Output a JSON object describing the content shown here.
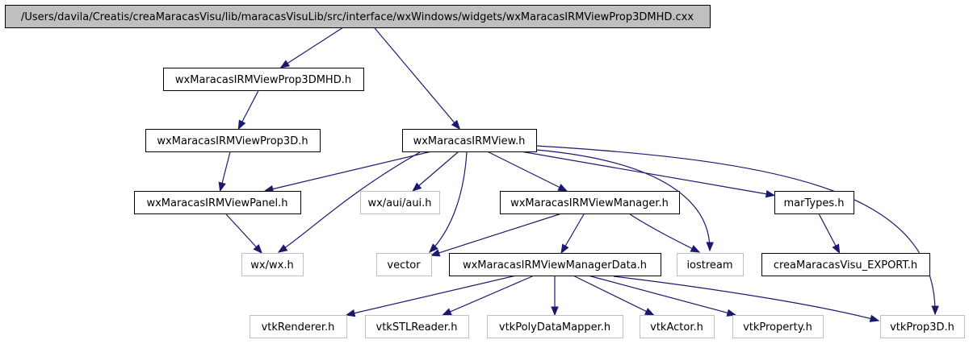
{
  "nodes": [
    {
      "id": "root",
      "label": "/Users/davila/Creatis/creaMaracasVisu/lib/maracasVisuLib/src/interface/wxWindows/widgets/wxMaracasIRMViewProp3DMHD.cxx",
      "style": "root"
    },
    {
      "id": "prop3dmhd",
      "label": "wxMaracasIRMViewProp3DMHD.h",
      "style": "doc"
    },
    {
      "id": "irmview",
      "label": "wxMaracasIRMView.h",
      "style": "doc"
    },
    {
      "id": "prop3d",
      "label": "wxMaracasIRMViewProp3D.h",
      "style": "doc"
    },
    {
      "id": "panel",
      "label": "wxMaracasIRMViewPanel.h",
      "style": "doc"
    },
    {
      "id": "wxaui",
      "label": "wx/aui/aui.h",
      "style": "ext"
    },
    {
      "id": "manager",
      "label": "wxMaracasIRMViewManager.h",
      "style": "doc"
    },
    {
      "id": "martypes",
      "label": "marTypes.h",
      "style": "doc"
    },
    {
      "id": "wxwx",
      "label": "wx/wx.h",
      "style": "ext"
    },
    {
      "id": "vector",
      "label": "vector",
      "style": "ext"
    },
    {
      "id": "managerdata",
      "label": "wxMaracasIRMViewManagerData.h",
      "style": "doc"
    },
    {
      "id": "iostream",
      "label": "iostream",
      "style": "ext"
    },
    {
      "id": "export",
      "label": "creaMaracasVisu_EXPORT.h",
      "style": "doc"
    },
    {
      "id": "vtkrenderer",
      "label": "vtkRenderer.h",
      "style": "ext"
    },
    {
      "id": "vtkstl",
      "label": "vtkSTLReader.h",
      "style": "ext"
    },
    {
      "id": "vtkpdm",
      "label": "vtkPolyDataMapper.h",
      "style": "ext"
    },
    {
      "id": "vtkactor",
      "label": "vtkActor.h",
      "style": "ext"
    },
    {
      "id": "vtkproperty",
      "label": "vtkProperty.h",
      "style": "ext"
    },
    {
      "id": "vtkprop3d",
      "label": "vtkProp3D.h",
      "style": "ext"
    }
  ],
  "edges": [
    {
      "from": "root",
      "to": "prop3dmhd"
    },
    {
      "from": "root",
      "to": "irmview"
    },
    {
      "from": "prop3dmhd",
      "to": "prop3d"
    },
    {
      "from": "prop3d",
      "to": "panel"
    },
    {
      "from": "panel",
      "to": "wxwx"
    },
    {
      "from": "irmview",
      "to": "panel"
    },
    {
      "from": "irmview",
      "to": "wxwx"
    },
    {
      "from": "irmview",
      "to": "wxaui"
    },
    {
      "from": "irmview",
      "to": "vector"
    },
    {
      "from": "irmview",
      "to": "manager"
    },
    {
      "from": "irmview",
      "to": "iostream"
    },
    {
      "from": "irmview",
      "to": "martypes"
    },
    {
      "from": "irmview",
      "to": "vtkprop3d"
    },
    {
      "from": "manager",
      "to": "vector"
    },
    {
      "from": "manager",
      "to": "managerdata"
    },
    {
      "from": "manager",
      "to": "iostream"
    },
    {
      "from": "martypes",
      "to": "export"
    },
    {
      "from": "managerdata",
      "to": "vtkrenderer"
    },
    {
      "from": "managerdata",
      "to": "vtkstl"
    },
    {
      "from": "managerdata",
      "to": "vtkpdm"
    },
    {
      "from": "managerdata",
      "to": "vtkactor"
    },
    {
      "from": "managerdata",
      "to": "vtkproperty"
    },
    {
      "from": "managerdata",
      "to": "vtkprop3d"
    }
  ],
  "colors": {
    "edge": "#191970",
    "root_fill": "#bfbfbf",
    "external_border": "#bfbfbf",
    "border": "#000000"
  }
}
